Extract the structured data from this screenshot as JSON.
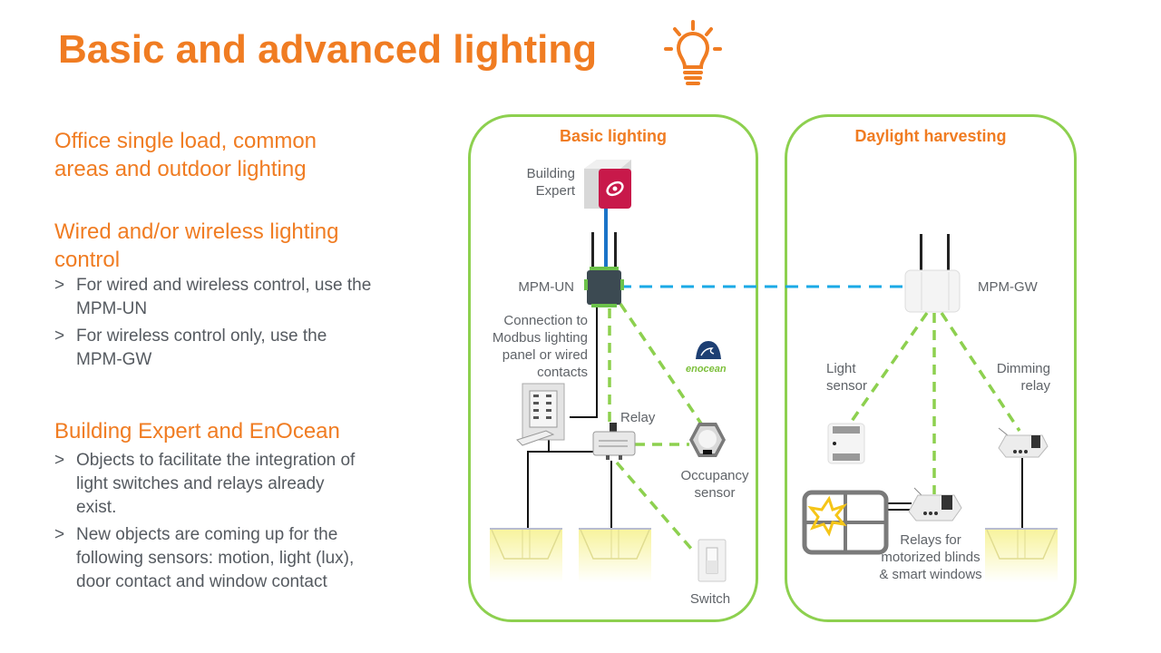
{
  "title": "Basic and advanced lighting",
  "title_icon": "lightbulb-icon",
  "colors": {
    "accent_orange": "#f07c22",
    "panel_green": "#8dd04f",
    "wireless_green": "#8dd04f",
    "ethernet_blue": "#1a73c8",
    "link_cyan": "#1aa9e6",
    "text_gray": "#555a60"
  },
  "left": {
    "heading1": "Office single load, common areas and outdoor lighting",
    "heading2": "Wired and/or wireless lighting control",
    "bullets2": [
      "For wired and wireless control, use the MPM-UN",
      "For wireless control only, use the MPM-GW"
    ],
    "heading3": "Building Expert and EnOcean",
    "bullets3": [
      "Objects to facilitate the integration of light switches and relays already exist.",
      "New objects are coming up for the following sensors: motion, light (lux), door contact and window contact"
    ]
  },
  "basic": {
    "title": "Basic lighting",
    "building_expert": "Building Expert",
    "mpm_un": "MPM-UN",
    "connection": "Connection to Modbus lighting panel or wired contacts",
    "enocean": "enocean",
    "relay": "Relay",
    "occupancy": "Occupancy sensor",
    "switch": "Switch"
  },
  "daylight": {
    "title": "Daylight harvesting",
    "mpm_gw": "MPM-GW",
    "light_sensor": "Light sensor",
    "dimming_relay": "Dimming relay",
    "relays_blinds": "Relays for motorized blinds & smart windows"
  }
}
